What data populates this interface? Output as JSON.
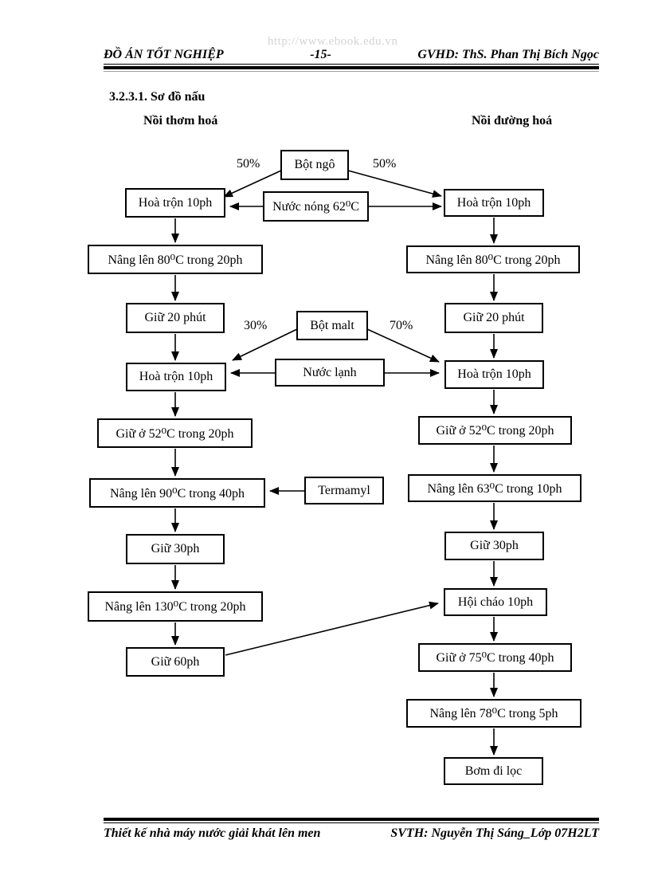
{
  "page": {
    "watermark": "http://www.ebook.edu.vn",
    "header": {
      "project": "ĐỒ ÁN TỐT NGHIỆP",
      "page_number": "-15-",
      "advisor": "GVHD: ThS. Phan Thị Bích Ngọc"
    },
    "footer": {
      "thesis_title": "Thiết kế nhà máy nước giải khát lên men",
      "student": "SVTH: Nguyễn Thị Sáng_Lớp 07H2LT"
    }
  },
  "section": {
    "title": "3.2.3.1. Sơ đồ nấu",
    "left_column_title": "Nồi thơm hoá",
    "right_column_title": "Nồi đường hoá"
  },
  "nodes": {
    "bot_ngo": "Bột ngô",
    "nuoc_nong": "Nước nóng 62⁰C",
    "bot_malt": "Bột malt",
    "nuoc_lanh": "Nước lạnh",
    "termamyl": "Termamyl",
    "l1": "Hoà trộn 10ph",
    "l2": "Nâng lên 80⁰C trong 20ph",
    "l3": "Giữ 20 phút",
    "l4": "Hoà trộn 10ph",
    "l5": "Giữ ở 52⁰C trong 20ph",
    "l6": "Nâng lên 90⁰C trong 40ph",
    "l7": "Giữ 30ph",
    "l8": "Nâng lên 130⁰C trong 20ph",
    "l9": "Giữ 60ph",
    "r1": "Hoà trộn 10ph",
    "r2": "Nâng lên 80⁰C trong 20ph",
    "r3": "Giữ 20 phút",
    "r4": "Hoà trộn 10ph",
    "r5": "Giữ ở 52⁰C trong 20ph",
    "r6": "Nâng lên 63⁰C trong 10ph",
    "r7": "Giữ 30ph",
    "r8": "Hội cháo 10ph",
    "r9": "Giữ ở 75⁰C trong 40ph",
    "r10": "Nâng lên 78⁰C trong 5ph",
    "r11": "Bơm đi lọc"
  },
  "flow_labels": {
    "corn_left_pct": "50%",
    "corn_right_pct": "50%",
    "malt_left_pct": "30%",
    "malt_right_pct": "70%"
  },
  "colors": {
    "ink": "#000000",
    "watermark_gray": "#d4d4d4",
    "paper": "#ffffff"
  }
}
